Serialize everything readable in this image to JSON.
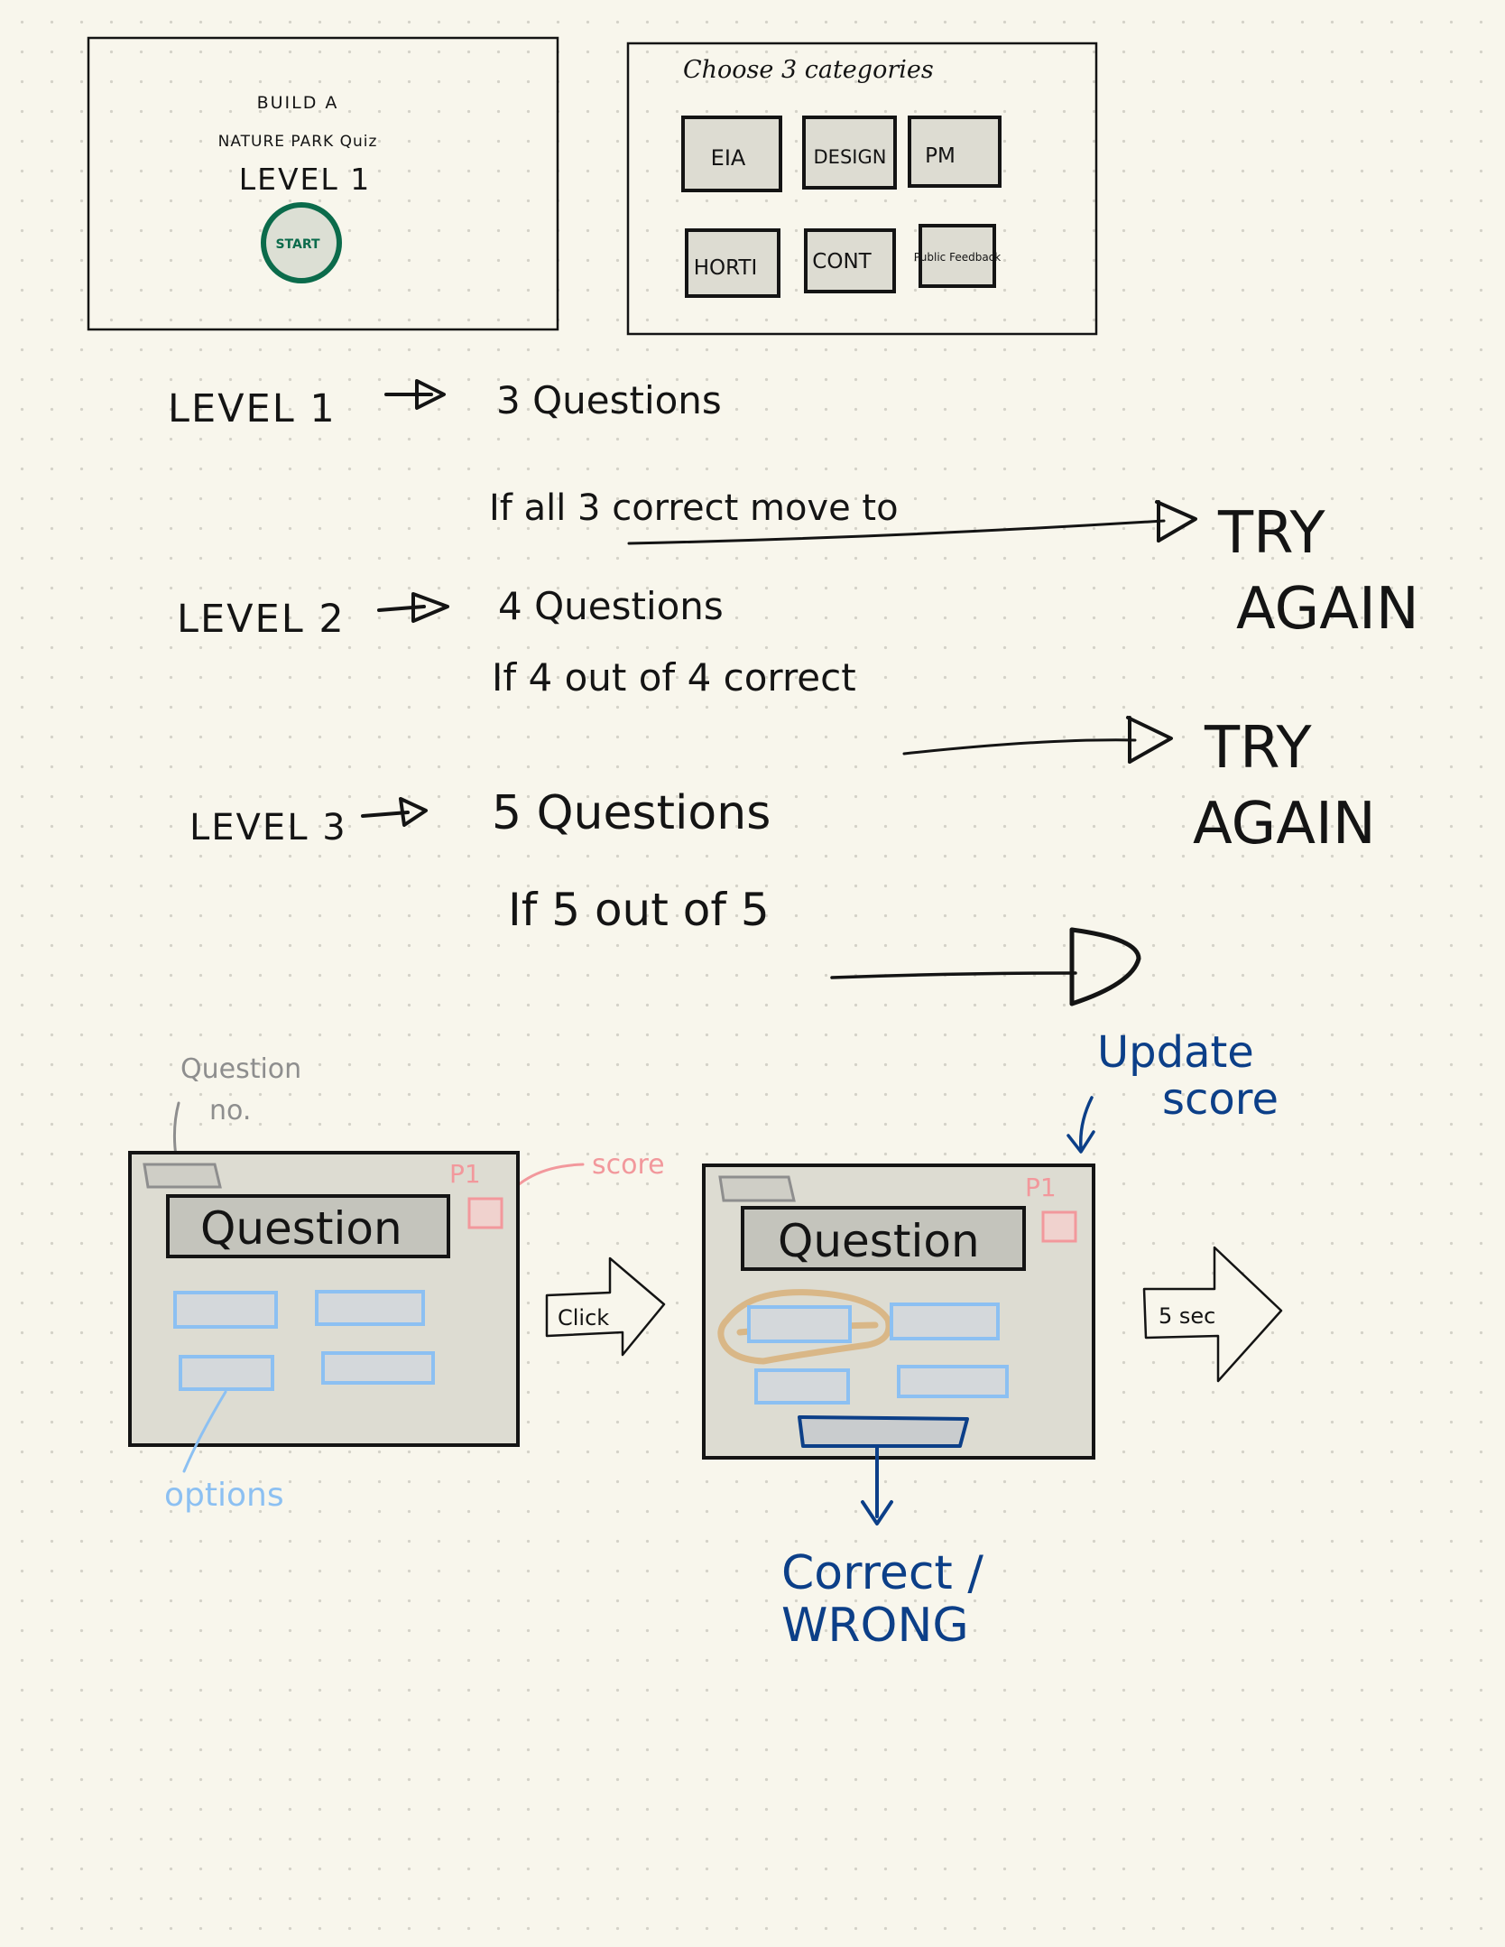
{
  "start_screen": {
    "line1": "BUILD A",
    "line2": "NATURE PARK Quiz",
    "level": "LEVEL 1",
    "start_button": "START"
  },
  "category_screen": {
    "title": "Choose 3 categories",
    "categories": [
      "EIA",
      "DESIGN",
      "PM",
      "HORTI",
      "CONT",
      "Public Feedback"
    ]
  },
  "flow": {
    "level1": {
      "label": "LEVEL 1",
      "questions": "3 Questions",
      "condition": "If all 3 correct move to",
      "fail": "TRY AGAIN"
    },
    "level2": {
      "label": "LEVEL 2",
      "questions": "4 Questions",
      "condition": "If 4 out of 4 correct",
      "fail": "TRY AGAIN"
    },
    "level3": {
      "label": "LEVEL 3",
      "questions": "5 Questions",
      "condition": "If 5 out of 5"
    }
  },
  "wireframes": {
    "left": {
      "question_label": "Question",
      "score_text": "P1",
      "annotation_question_no": "Question no.",
      "annotation_score": "score",
      "annotation_options": "options"
    },
    "transition_click": "Click",
    "right": {
      "question_label": "Question",
      "score_text": "P1",
      "annotation_update_score": "Update score",
      "annotation_result": "Correct / WRONG"
    },
    "transition_delay": "5 sec"
  },
  "colors": {
    "ink": "#141414",
    "green": "#0b6b4b",
    "gray": "#8e8e8e",
    "pink": "#f2989c",
    "light_blue": "#8cc0f2",
    "navy": "#0c3f88",
    "highlight": "#d8b27e",
    "card_fill": "#dddcd2",
    "question_fill": "#c4c4bc"
  }
}
